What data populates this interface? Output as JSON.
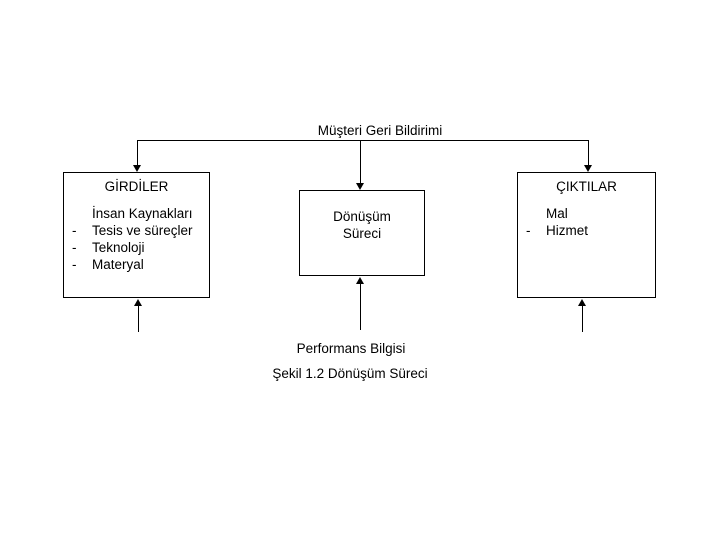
{
  "page": {
    "background": "#ffffff",
    "line_color": "#000000",
    "text_color": "#000000"
  },
  "diagram": {
    "top_label": "Müşteri Geri Bildirimi",
    "inputs_box": {
      "title": "GİRDİLER",
      "items": [
        {
          "bullet": "",
          "text": "İnsan Kaynakları"
        },
        {
          "bullet": "-",
          "text": "Tesis ve süreçler"
        },
        {
          "bullet": "-",
          "text": "Teknoloji"
        },
        {
          "bullet": "-",
          "text": "Materyal"
        }
      ]
    },
    "process_box": {
      "line1": "Dönüşüm",
      "line2": "Süreci"
    },
    "outputs_box": {
      "title": "ÇIKTILAR",
      "items": [
        {
          "bullet": "",
          "text": "Mal"
        },
        {
          "bullet": "-",
          "text": "Hizmet"
        }
      ]
    },
    "bottom_label": "Performans Bilgisi",
    "caption": "Şekil 1.2 Dönüşüm Süreci"
  }
}
